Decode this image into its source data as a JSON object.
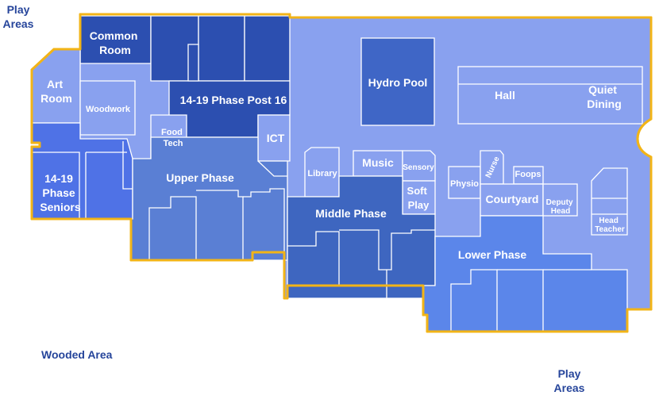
{
  "outside_labels": {
    "play_areas_top": [
      "Play",
      "Areas"
    ],
    "wooded_area": "Wooded Area",
    "play_areas_bottom": [
      "Play",
      "Areas"
    ]
  },
  "rooms": {
    "common_room": [
      "Common",
      "Room"
    ],
    "art_room": [
      "Art",
      "Room"
    ],
    "woodwork": "Woodwork",
    "food_tech": [
      "Food",
      "Tech"
    ],
    "phase_post16": "14-19 Phase Post 16",
    "ict": "ICT",
    "phase_seniors": [
      "14-19",
      "Phase",
      "Seniors"
    ],
    "upper_phase": "Upper Phase",
    "hydro_pool": "Hydro Pool",
    "hall": "Hall",
    "quiet_dining": [
      "Quiet",
      "Dining"
    ],
    "library": "Library",
    "music": "Music",
    "sensory": "Sensory",
    "soft_play": [
      "Soft",
      "Play"
    ],
    "middle_phase": "Middle Phase",
    "physio": "Physio",
    "nurse": "Nurse",
    "foops": "Foops",
    "courtyard": "Courtyard",
    "deputy_head": [
      "Deputy",
      "Head"
    ],
    "head_teacher": [
      "Head",
      "Teacher"
    ],
    "lower_phase": "Lower Phase"
  },
  "colors": {
    "background": "#ffffff",
    "outline": "#f2b417",
    "base_fill": "#89a1ef",
    "upper_phase": "#5a7fd4",
    "post16": "#2c4fb0",
    "seniors": "#4f72e6",
    "hydro_pool": "#3f66c6",
    "middle_phase": "#3e66c0",
    "lower_phase": "#5b86ea",
    "outside_text": "#26459b"
  }
}
